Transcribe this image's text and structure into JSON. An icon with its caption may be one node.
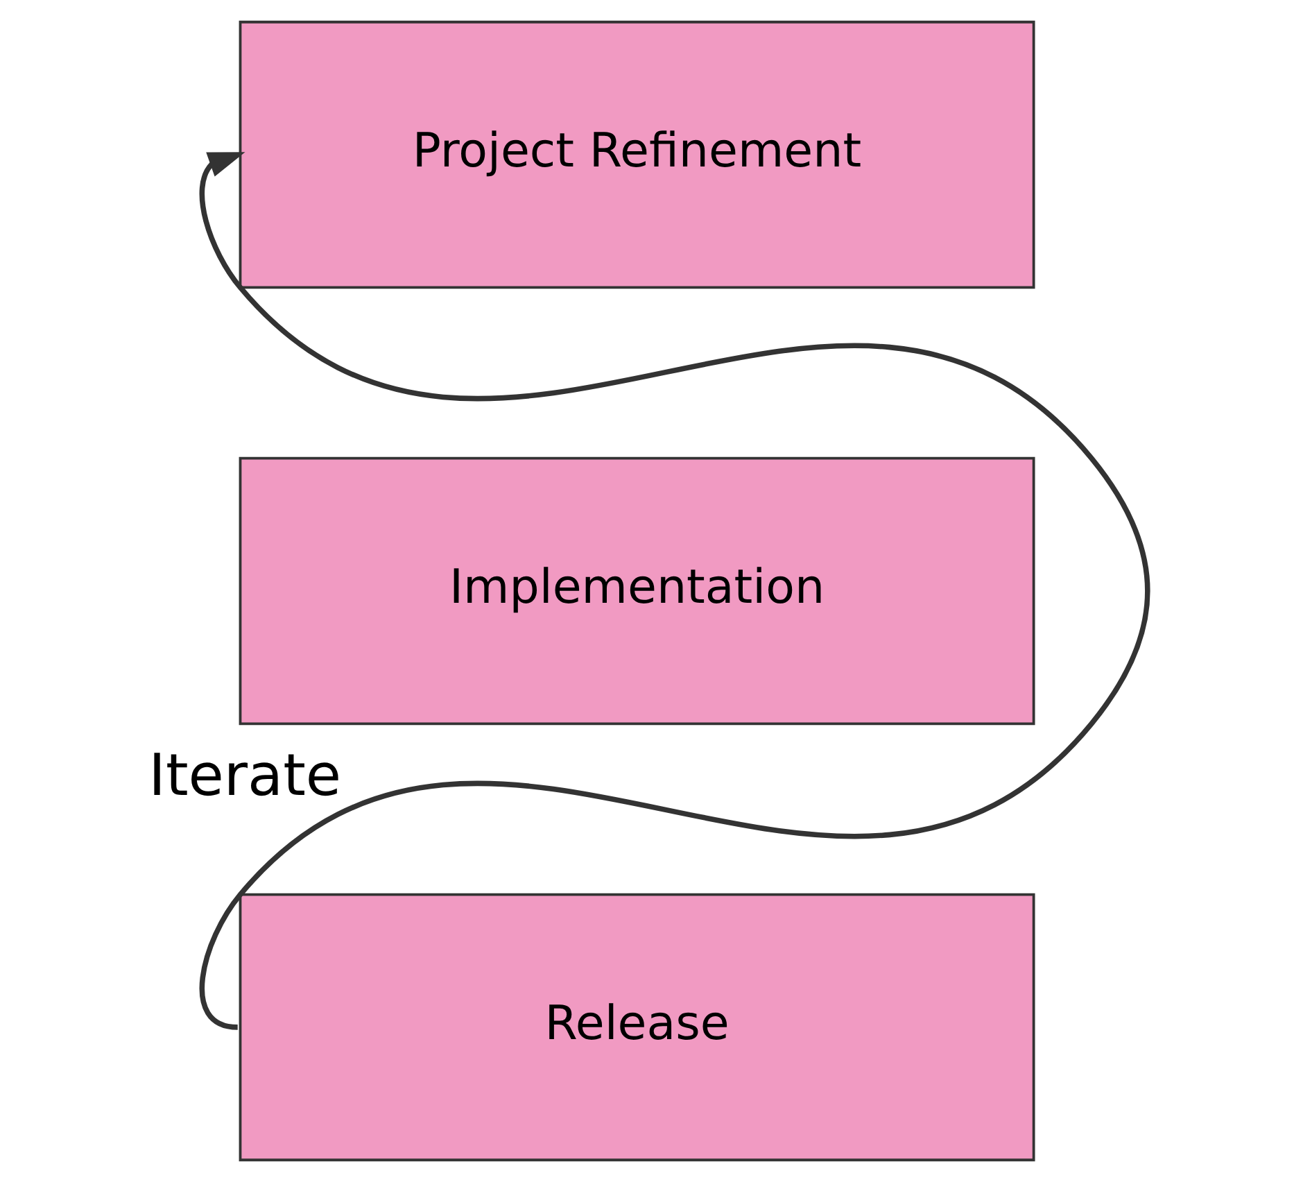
{
  "diagram": {
    "nodes": [
      {
        "text": [
          "Project Refinement"
        ]
      },
      {
        "text": [
          "Implementation"
        ]
      },
      {
        "text": [
          "Release"
        ]
      }
    ],
    "edges": [
      {
        "from": 2,
        "to": 0,
        "arrow": "to",
        "label": "Iterate"
      }
    ]
  }
}
